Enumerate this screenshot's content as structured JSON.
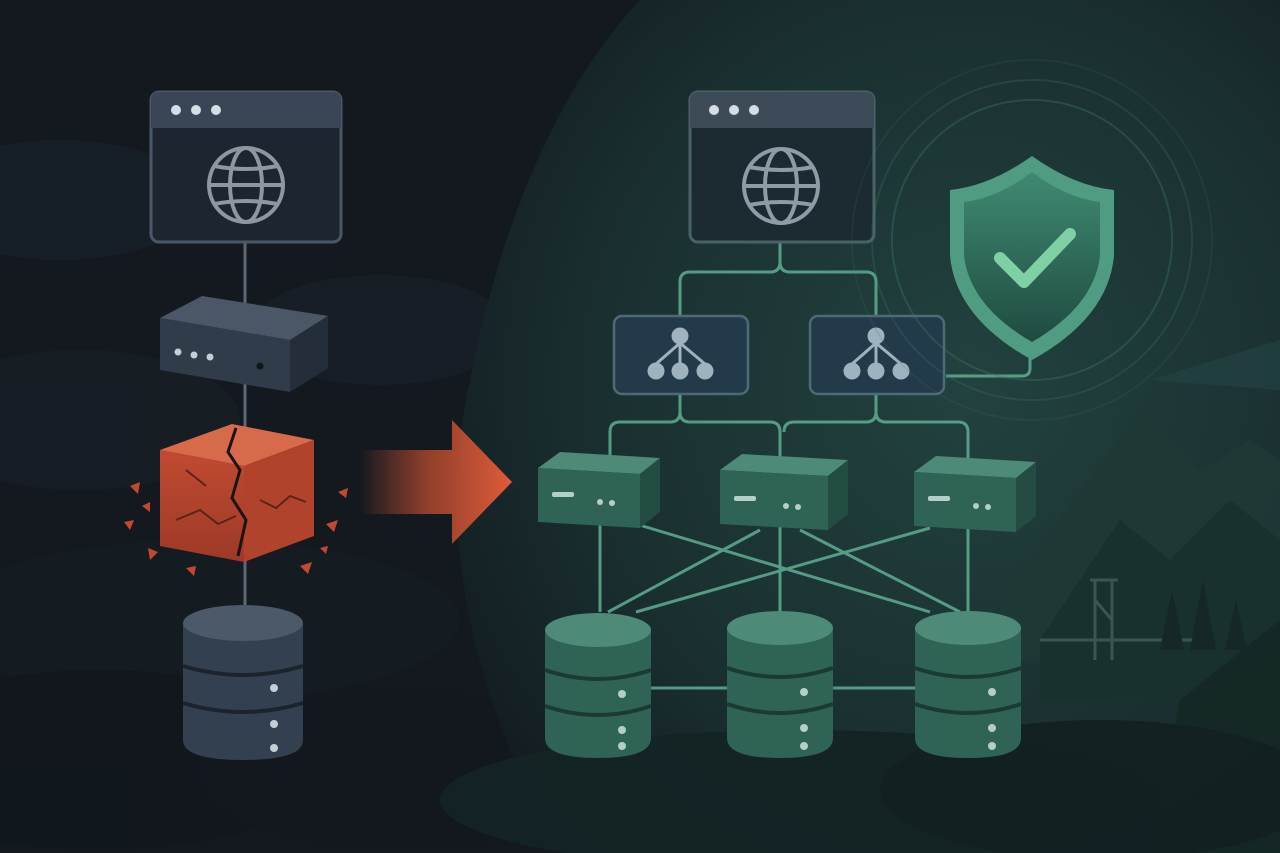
{
  "diagram": {
    "left_panel": {
      "state": "single point of failure",
      "components": [
        {
          "id": "web-client",
          "icon": "globe-icon"
        },
        {
          "id": "router",
          "icon": "router-icon"
        },
        {
          "id": "failed-component",
          "icon": "broken-cube-icon"
        },
        {
          "id": "database",
          "icon": "database-icon"
        }
      ]
    },
    "transition": {
      "icon": "arrow-right-icon"
    },
    "right_panel": {
      "state": "redundant architecture",
      "components": [
        {
          "id": "web-client",
          "icon": "globe-icon"
        },
        {
          "id": "load-balancer-1",
          "icon": "load-balancer-icon"
        },
        {
          "id": "load-balancer-2",
          "icon": "load-balancer-icon"
        },
        {
          "id": "server-1",
          "icon": "server-icon"
        },
        {
          "id": "server-2",
          "icon": "server-icon"
        },
        {
          "id": "server-3",
          "icon": "server-icon"
        },
        {
          "id": "database-1",
          "icon": "database-icon"
        },
        {
          "id": "database-2",
          "icon": "database-icon"
        },
        {
          "id": "database-3",
          "icon": "database-icon"
        },
        {
          "id": "security-shield",
          "icon": "shield-check-icon"
        }
      ]
    },
    "colors": {
      "background_dark": "#13191f",
      "panel_slate": "#2b3746",
      "accent_red": "#d4553a",
      "accent_teal": "#5fae93",
      "node_teal": "#2f6355",
      "right_glow": "#1e3b3c"
    }
  }
}
